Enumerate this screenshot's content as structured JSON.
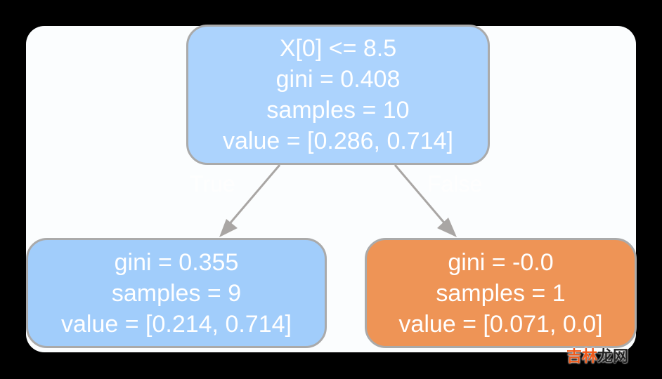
{
  "nodes": {
    "root": {
      "lines": [
        "X[0] <= 8.5",
        "gini = 0.408",
        "samples = 10",
        "value = [0.286, 0.714]"
      ],
      "color": "#acd3fd"
    },
    "left": {
      "lines": [
        "gini = 0.355",
        "samples = 9",
        "value = [0.214, 0.714]"
      ],
      "color": "#a1cdfb"
    },
    "right": {
      "lines": [
        "gini = -0.0",
        "samples = 1",
        "value = [0.071, 0.0]"
      ],
      "color": "#ee9456"
    }
  },
  "edges": {
    "true_label": "True",
    "false_label": "False"
  },
  "watermark": {
    "part1": "吉林",
    "part2": "龙网"
  }
}
